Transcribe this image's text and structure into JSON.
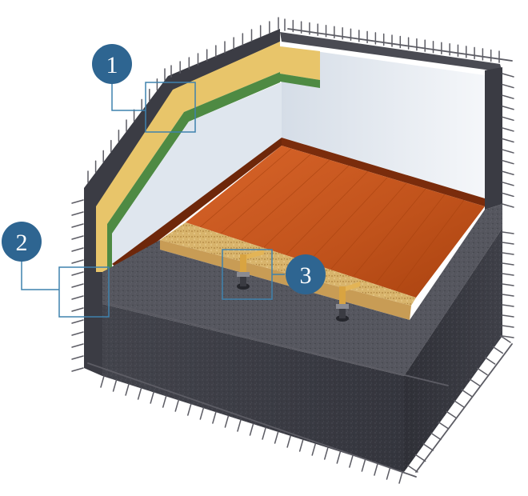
{
  "diagram": {
    "colors": {
      "callout_fill": "#2e6591",
      "callout_line": "#3f82ad",
      "concrete_dark": "#3c3d45",
      "concrete_mid": "#585962",
      "rebar": "#5c5c64",
      "insulation": "#e8c56a",
      "membrane": "#4e8a43",
      "wall": "#e6ecf2",
      "floor": "#c0521b",
      "chipboard": "#d8b46c"
    },
    "callouts": [
      {
        "label": "1"
      },
      {
        "label": "2"
      },
      {
        "label": "3"
      }
    ]
  }
}
